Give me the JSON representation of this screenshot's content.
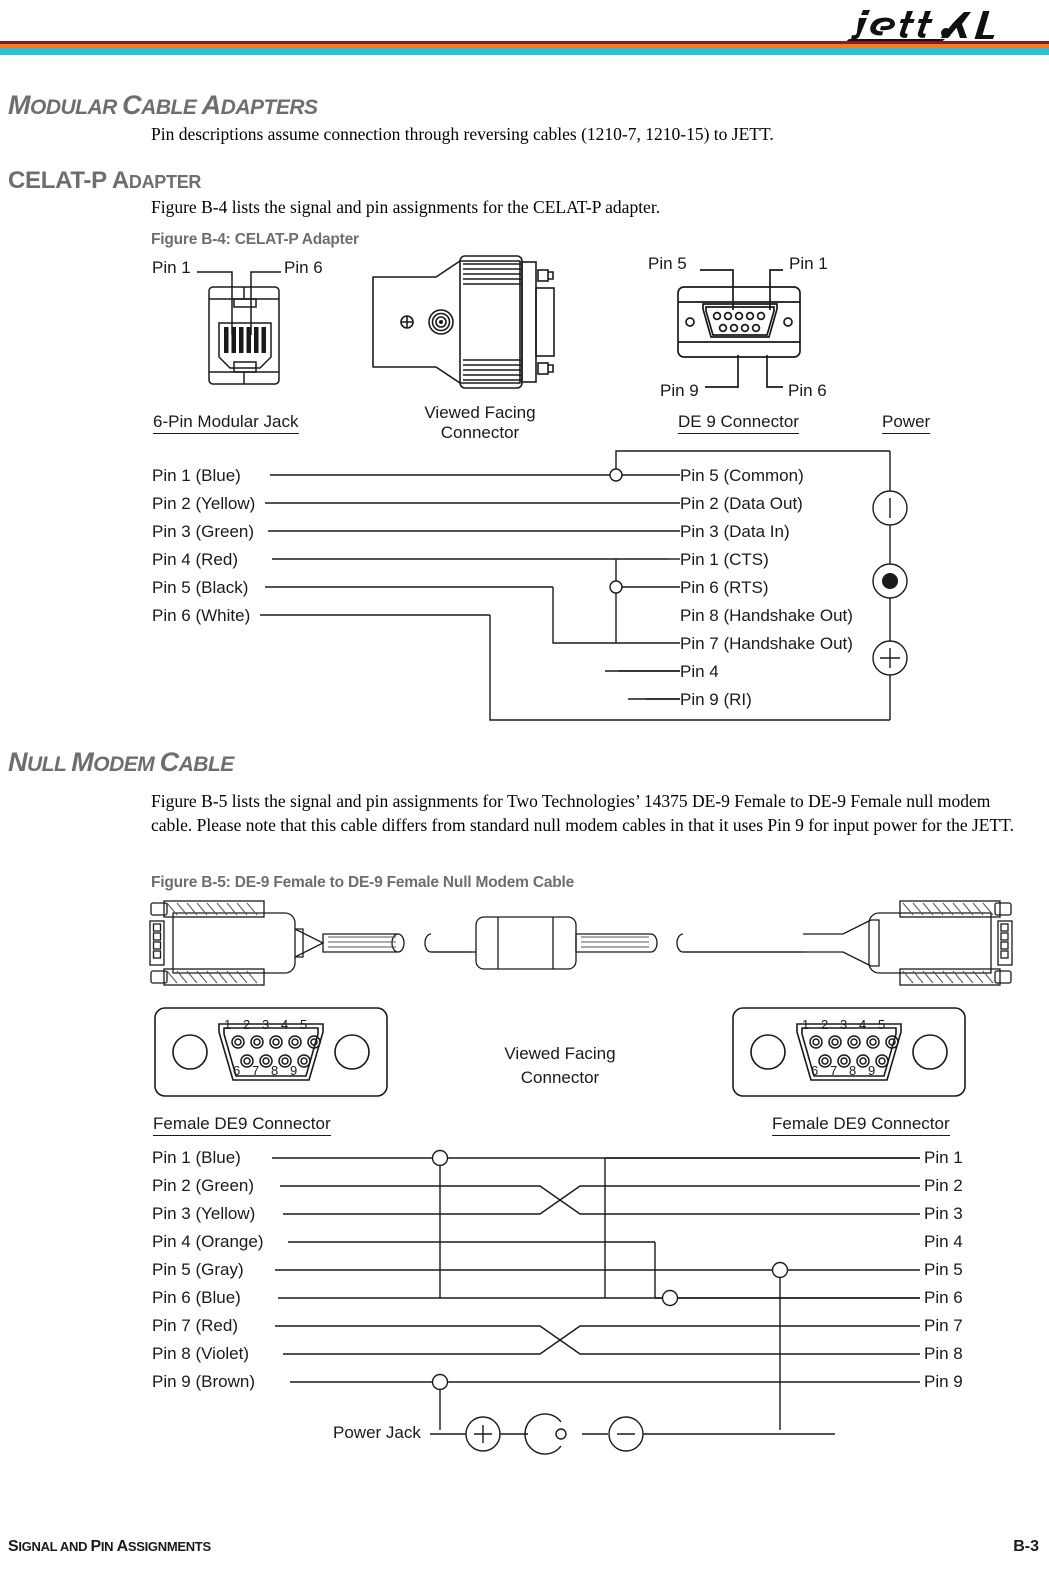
{
  "header": {
    "logo_text": "jett.XL",
    "logo_icon": "jett-xl-logo",
    "rule_colors": {
      "maroon": "#8c1a1a",
      "orange": "#f0801f",
      "cyan": "#29c0d8"
    }
  },
  "sections": [
    {
      "id": "modular-cable-adapters",
      "heading_first": "M",
      "heading_rest": "ODULAR ",
      "heading": "MODULAR CABLE ADAPTERS",
      "heading_parts": [
        "M",
        "ODULAR ",
        "C",
        "ABLE ",
        "A",
        "DAPTERS"
      ],
      "paragraph": "Pin descriptions assume connection through reversing cables (1210-7, 1210-15) to JETT."
    },
    {
      "id": "celat-p-adapter",
      "heading_parts": [
        "CELAT-P ",
        "A",
        "DAPTER"
      ],
      "heading": "CELAT-P ADAPTER",
      "paragraph": "Figure B-4 lists the signal and pin assignments for the CELAT-P adapter.",
      "figure_caption": "Figure B-4: CELAT-P Adapter"
    },
    {
      "id": "null-modem-cable",
      "heading_parts": [
        "N",
        "ULL ",
        "M",
        "ODEM ",
        "C",
        "ABLE"
      ],
      "heading": "NULL MODEM CABLE",
      "paragraph": "Figure B-5 lists the signal and pin assignments for Two Technologies’ 14375 DE-9 Female to DE-9 Female null modem cable. Please note that this cable differs from standard null modem cables in that it uses Pin 9 for input power for the JETT.",
      "figure_caption": "Figure B-5: DE-9 Female to DE-9 Female Null Modem Cable"
    }
  ],
  "figure_b4": {
    "modular_jack": {
      "caption": "6-Pin Modular Jack",
      "callouts": [
        "Pin 1",
        "Pin 6"
      ],
      "icon": "rj-modular-jack-icon"
    },
    "adapter_body": {
      "caption_line1": "Viewed Facing",
      "caption_line2": "Connector",
      "icon": "celat-p-adapter-body-icon"
    },
    "de9": {
      "caption": "DE 9 Connector",
      "callouts_top": [
        "Pin 5",
        "Pin 1"
      ],
      "callouts_bottom": [
        "Pin 9",
        "Pin 6"
      ],
      "icon": "de9-connector-icon"
    },
    "power_caption": "Power",
    "left_pins": [
      "Pin 1 (Blue)",
      "Pin 2 (Yellow)",
      "Pin 3 (Green)",
      "Pin 4 (Red)",
      "Pin 5 (Black)",
      "Pin 6 (White)"
    ],
    "right_pins": [
      "Pin 5 (Common)",
      "Pin 2 (Data Out)",
      "Pin 3 (Data In)",
      "Pin 1 (CTS)",
      "Pin 6 (RTS)",
      "Pin 8 (Handshake Out)",
      "Pin 7 (Handshake Out)",
      "Pin 4",
      "Pin 9 (RI)"
    ],
    "power_symbols": [
      "power-bar-icon",
      "power-dot-icon",
      "power-plus-icon"
    ]
  },
  "figure_b5": {
    "cable_icon": "de9-to-de9-cable-icon",
    "viewed_line1": "Viewed Facing",
    "viewed_line2": "Connector",
    "connector_left": {
      "caption": "Female DE9 Connector",
      "pin_numbers_top": [
        "1",
        "2",
        "3",
        "4",
        "5"
      ],
      "pin_numbers_bottom": [
        "6",
        "7",
        "8",
        "9"
      ],
      "icon": "female-de9-connector-icon"
    },
    "connector_right": {
      "caption": "Female DE9 Connector",
      "pin_numbers_top": [
        "1",
        "2",
        "3",
        "4",
        "5"
      ],
      "pin_numbers_bottom": [
        "6",
        "7",
        "8",
        "9"
      ],
      "icon": "female-de9-connector-icon"
    },
    "left_pins": [
      "Pin 1 (Blue)",
      "Pin 2 (Green)",
      "Pin 3 (Yellow)",
      "Pin 4 (Orange)",
      "Pin 5 (Gray)",
      "Pin 6 (Blue)",
      "Pin 7 (Red)",
      "Pin 8 (Violet)",
      "Pin 9 (Brown)"
    ],
    "right_pins": [
      "Pin 1",
      "Pin 2",
      "Pin 3",
      "Pin 4",
      "Pin 5",
      "Pin 6",
      "Pin 7",
      "Pin 8",
      "Pin 9"
    ],
    "power_jack_label": "Power Jack",
    "power_jack_symbols": [
      "plus-icon",
      "barrel-jack-icon",
      "minus-icon"
    ]
  },
  "footer": {
    "left_parts": [
      "S",
      "IGNAL AND ",
      "P",
      "IN ",
      "A",
      "SSIGNMENTS"
    ],
    "left": "SIGNAL AND PIN ASSIGNMENTS",
    "page": "B-3"
  }
}
